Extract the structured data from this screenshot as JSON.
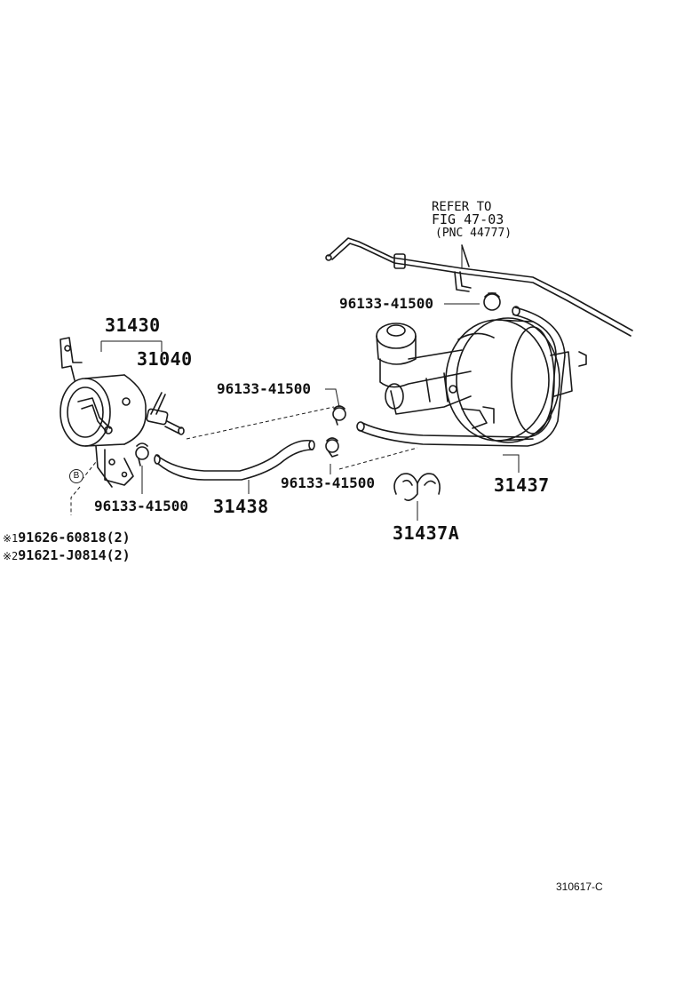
{
  "labels": {
    "refer_line1": "REFER TO",
    "refer_line2": "FIG 47-03",
    "refer_line3": "(PNC 44777)",
    "clamp_top": "96133-41500",
    "p31430": "31430",
    "p31040": "31040",
    "clamp_mid_left": "96133-41500",
    "clamp_mid_right": "96133-41500",
    "p31437": "31437",
    "clamp_bottom_left": "96133-41500",
    "p31438": "31438",
    "p31437a": "31437A",
    "note1_mark": "※1",
    "note1": "91626-60818(2)",
    "note2_mark": "※2",
    "note2": "91621-J0814(2)",
    "b_mark": "B",
    "fig_code": "310617-C"
  },
  "icons": [
    "vacuum-tank-icon",
    "check-valve-icon",
    "brake-booster-icon",
    "master-cylinder-icon",
    "hose-clamp-icon",
    "hose-clip-icon",
    "vacuum-pipe-icon"
  ]
}
